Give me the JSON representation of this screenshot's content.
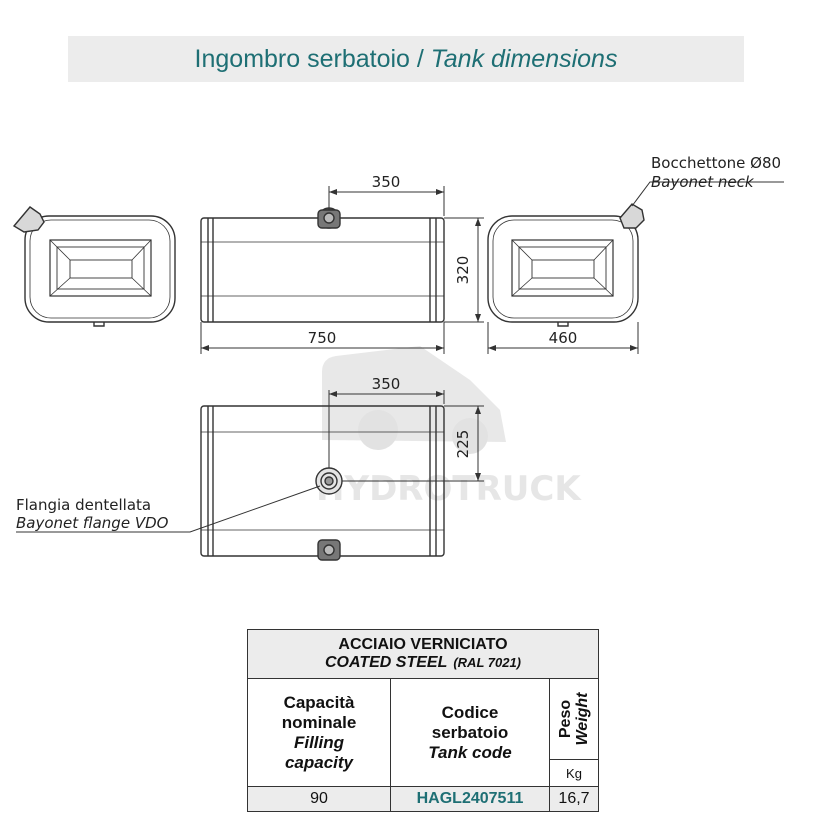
{
  "title": {
    "it": "Ingombro serbatoio /",
    "en": "Tank dimensions"
  },
  "labels": {
    "neck_it": "Bocchettone Ø80",
    "neck_en": "Bayonet neck",
    "flange_it": "Flangia dentellata",
    "flange_en": "Bayonet flange VDO"
  },
  "dimensions": {
    "top_offset": "350",
    "height": "320",
    "length": "750",
    "depth": "460",
    "bottom_offset": "350",
    "bottom_depth": "225"
  },
  "watermark": "HYDROTRUCK",
  "table": {
    "material_it": "ACCIAIO VERNICIATO",
    "material_en": "COATED STEEL",
    "material_ral": "(RAL 7021)",
    "capacity_it_1": "Capacità",
    "capacity_it_2": "nominale",
    "capacity_en_1": "Filling",
    "capacity_en_2": "capacity",
    "code_it_1": "Codice",
    "code_it_2": "serbatoio",
    "code_en": "Tank code",
    "weight_it": "Peso",
    "weight_en": "Weight",
    "weight_unit": "Kg",
    "rows": [
      {
        "capacity": "90",
        "code": "HAGL2407511",
        "weight": "16,7"
      }
    ]
  },
  "colors": {
    "accent": "#1e6f74",
    "panel": "#ececec"
  }
}
